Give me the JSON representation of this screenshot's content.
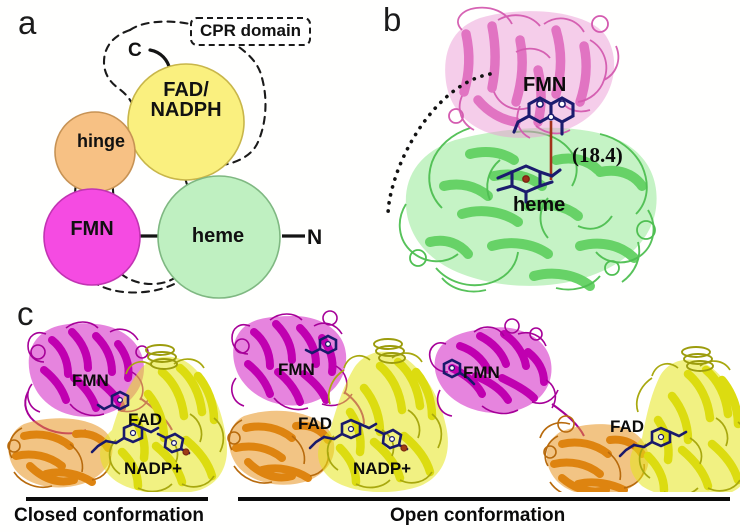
{
  "figure": {
    "panels": [
      {
        "letter": "a",
        "kind": "schematic-diagram"
      },
      {
        "letter": "b",
        "kind": "protein-ribbon-structure"
      },
      {
        "letter": "c",
        "kind": "protein-ribbon-structure-series"
      }
    ]
  },
  "panel_a": {
    "letter": "a",
    "domain_box_label": "CPR domain",
    "terminus_c": "C",
    "terminus_n": "N",
    "nodes": [
      {
        "id": "fad-nadph",
        "label": "FAD/\nNADPH",
        "label_line1": "FAD/",
        "label_line2": "NADPH",
        "color": "#FAF07F"
      },
      {
        "id": "hinge",
        "label": "hinge",
        "color": "#F7C184"
      },
      {
        "id": "fmn",
        "label": "FMN",
        "color": "#F54BE2"
      },
      {
        "id": "heme",
        "label": "heme",
        "color": "#BFF0C1"
      }
    ]
  },
  "panel_b": {
    "letter": "b",
    "labels": {
      "fmn": "FMN",
      "heme": "heme",
      "distance": "(18.4)"
    },
    "colors": {
      "fmn_domain": "#E079C4",
      "heme_domain": "#7BE07B",
      "cofactor": "#1A1A6E",
      "distance_line": "#A03018",
      "linker_dots": "#111111"
    }
  },
  "panel_c": {
    "letter": "c",
    "structures": [
      {
        "id": "closed",
        "labels": {
          "fmn": "FMN",
          "fad": "FAD",
          "nadp": "NADP+"
        }
      },
      {
        "id": "open-1",
        "labels": {
          "fmn": "FMN",
          "fad": "FAD",
          "nadp": "NADP+"
        }
      },
      {
        "id": "open-2",
        "labels": {
          "fmn": "FMN",
          "fad": "FAD"
        }
      }
    ],
    "captions": {
      "closed": "Closed conformation",
      "open": "Open conformation"
    },
    "colors": {
      "fmn_domain": "#CE0FBE",
      "hinge_domain": "#E8911B",
      "fad_domain": "#E6E61C",
      "cofactor": "#19196B"
    }
  }
}
